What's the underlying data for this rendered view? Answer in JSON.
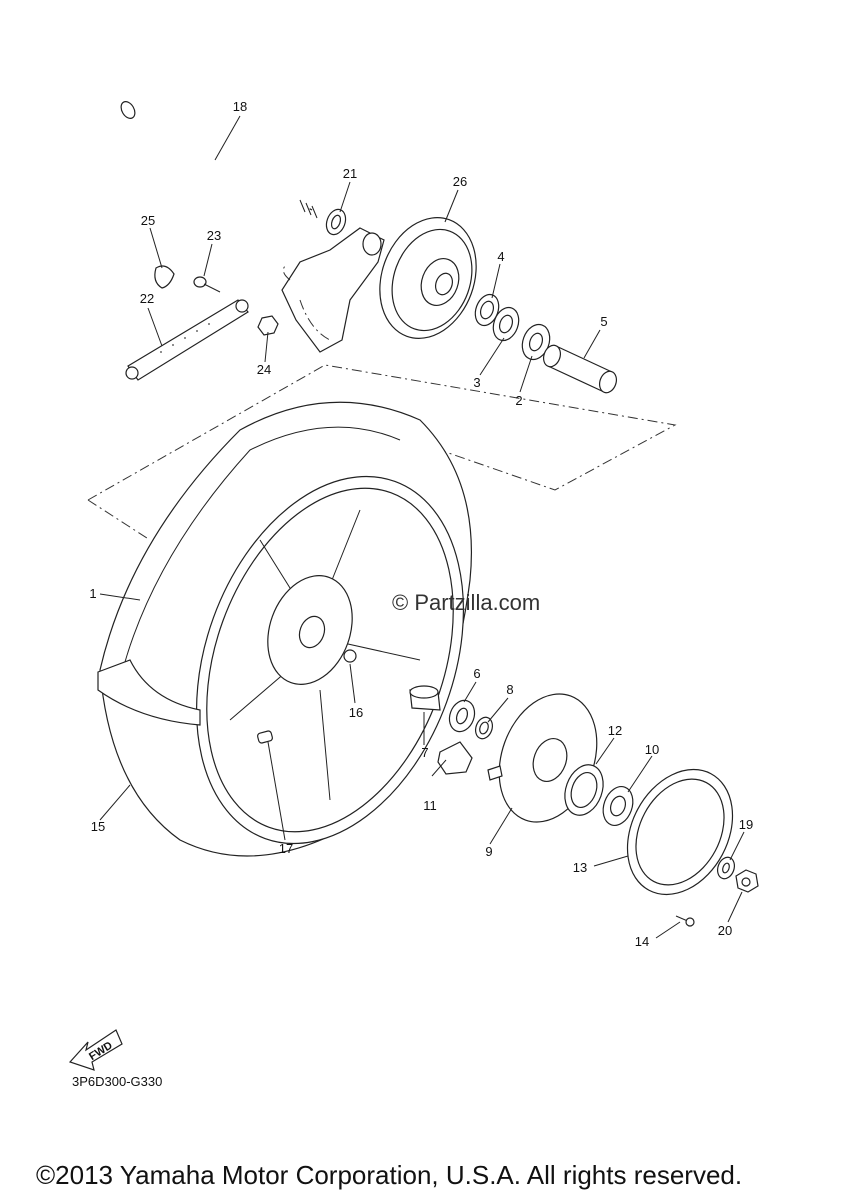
{
  "diagram": {
    "watermark": "© Partzilla.com",
    "fwd_label": "FWD",
    "diagram_code": "3P6D300-G330",
    "copyright": "©2013 Yamaha Motor Corporation, U.S.A. All rights reserved.",
    "callouts": [
      {
        "id": "1",
        "text": "1"
      },
      {
        "id": "2",
        "text": "2"
      },
      {
        "id": "3",
        "text": "3"
      },
      {
        "id": "4",
        "text": "4"
      },
      {
        "id": "5",
        "text": "5"
      },
      {
        "id": "6",
        "text": "6"
      },
      {
        "id": "7",
        "text": "7"
      },
      {
        "id": "8",
        "text": "8"
      },
      {
        "id": "9",
        "text": "9"
      },
      {
        "id": "10",
        "text": "10"
      },
      {
        "id": "11",
        "text": "11"
      },
      {
        "id": "12",
        "text": "12"
      },
      {
        "id": "13",
        "text": "13"
      },
      {
        "id": "14",
        "text": "14"
      },
      {
        "id": "15",
        "text": "15"
      },
      {
        "id": "16",
        "text": "16"
      },
      {
        "id": "17",
        "text": "17"
      },
      {
        "id": "18",
        "text": "18"
      },
      {
        "id": "19",
        "text": "19"
      },
      {
        "id": "20",
        "text": "20"
      },
      {
        "id": "21",
        "text": "21"
      },
      {
        "id": "22",
        "text": "22"
      },
      {
        "id": "23",
        "text": "23"
      },
      {
        "id": "24",
        "text": "24"
      },
      {
        "id": "25",
        "text": "25"
      },
      {
        "id": "26",
        "text": "26"
      }
    ]
  }
}
